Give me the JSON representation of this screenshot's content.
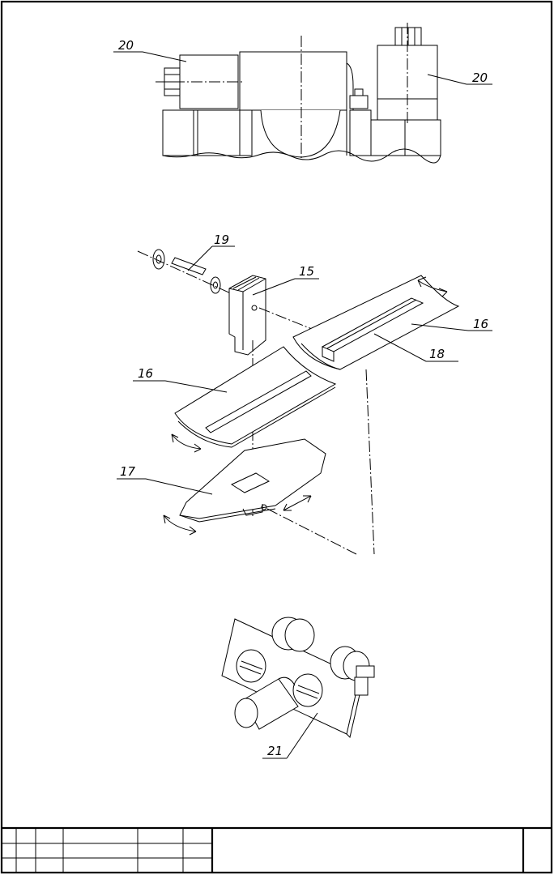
{
  "callouts": {
    "part_20_left": "20",
    "part_20_right": "20",
    "part_19": "19",
    "part_15": "15",
    "part_16_right": "16",
    "part_18": "18",
    "part_16_left": "16",
    "part_17": "17",
    "part_21": "21"
  },
  "colors": {
    "ink": "#000000",
    "paper": "#ffffff"
  }
}
